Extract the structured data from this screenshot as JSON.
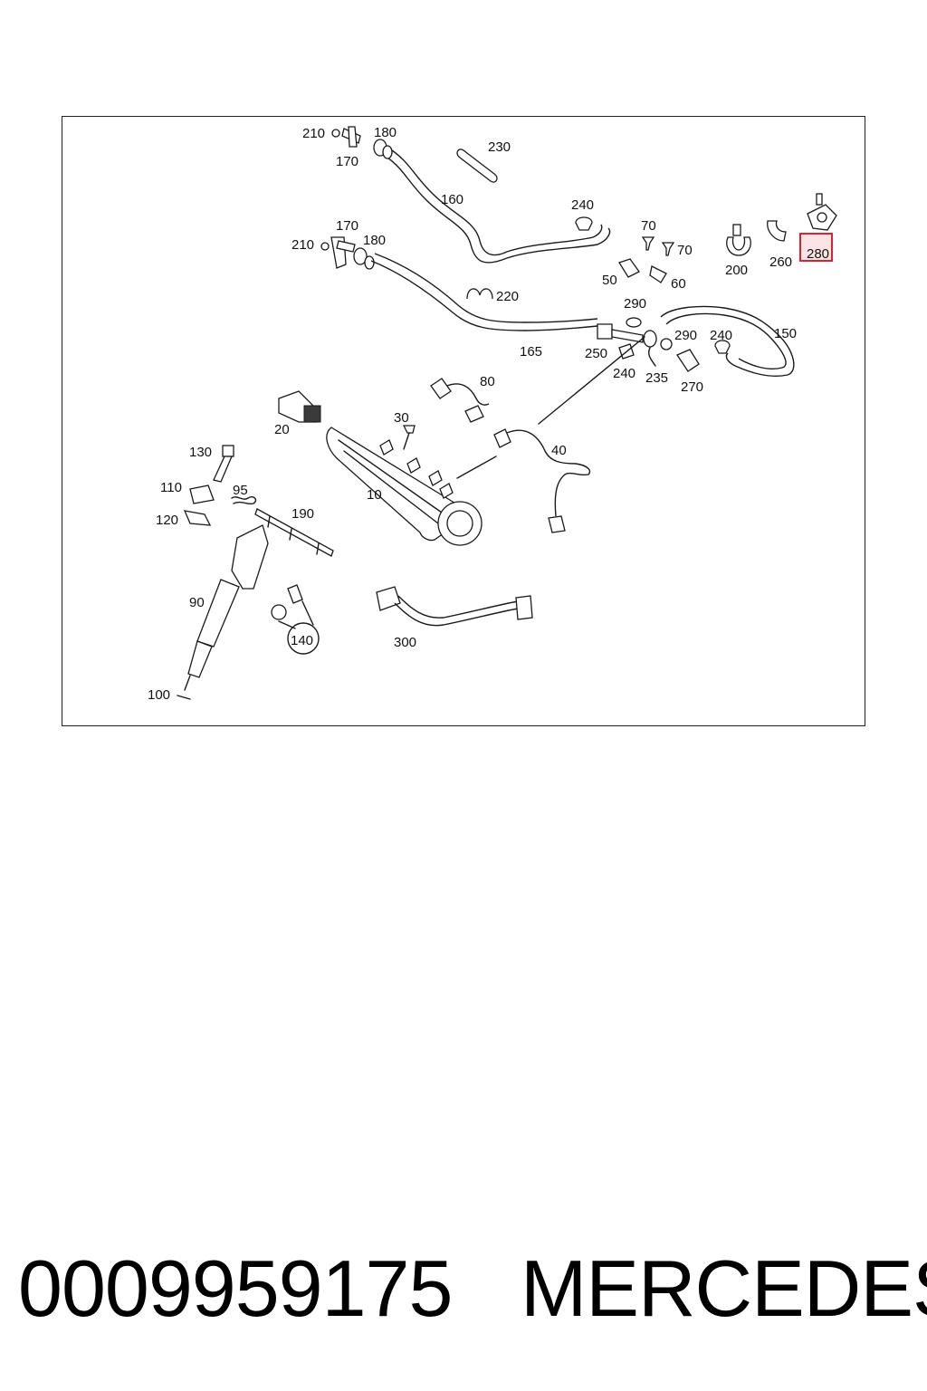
{
  "diagram": {
    "labels": {
      "l210a": "210",
      "l180a": "180",
      "l170a": "170",
      "l230": "230",
      "l160": "160",
      "l240a": "240",
      "l70a": "70",
      "l70b": "70",
      "l170b": "170",
      "l210b": "210",
      "l180b": "180",
      "l50": "50",
      "l60": "60",
      "l200": "200",
      "l260": "260",
      "l280": "280",
      "l220": "220",
      "l290a": "290",
      "l165": "165",
      "l250": "250",
      "l240b": "240",
      "l235": "235",
      "l290b": "290",
      "l240c": "240",
      "l270": "270",
      "l150": "150",
      "l80": "80",
      "l20": "20",
      "l30": "30",
      "l40": "40",
      "l130": "130",
      "l110": "110",
      "l95": "95",
      "l190": "190",
      "l120": "120",
      "l10": "10",
      "l90": "90",
      "l140": "140",
      "l300": "300",
      "l100": "100"
    },
    "highlighted_part": "280"
  },
  "footer": {
    "part_number": "0009959175",
    "brand": "MERCEDES"
  }
}
